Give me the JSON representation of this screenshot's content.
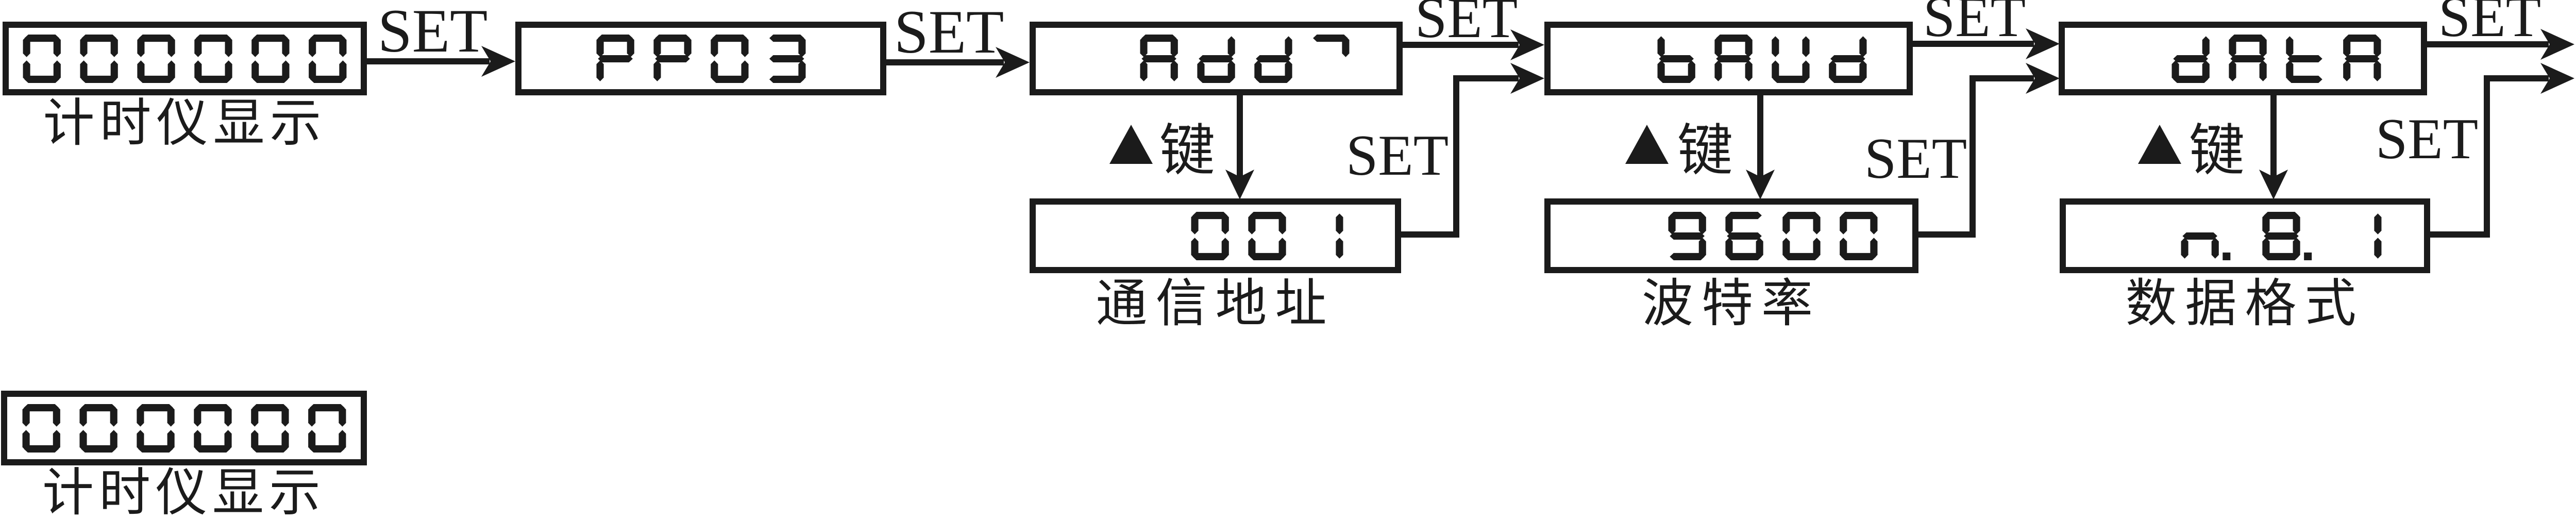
{
  "set_key": "SET",
  "up_key": {
    "symbol": "▲",
    "label": "键"
  },
  "displays": {
    "timer_top": {
      "value": "000000",
      "caption": "计时仪显示"
    },
    "pp03": {
      "value": "PP03"
    },
    "addr": {
      "value": "Addr"
    },
    "addr_value": {
      "value": "001",
      "caption": "通信地址"
    },
    "baud": {
      "value": "bAUd"
    },
    "baud_value": {
      "value": "9600",
      "caption": "波特率"
    },
    "data": {
      "value": "dAtA"
    },
    "data_value": {
      "value": "n.8.1",
      "caption": "数据格式"
    },
    "timer_bottom": {
      "value": "000000",
      "caption": "计时仪显示"
    }
  },
  "colors": {
    "ink": "#1b1b1b",
    "paper": "#ffffff"
  }
}
